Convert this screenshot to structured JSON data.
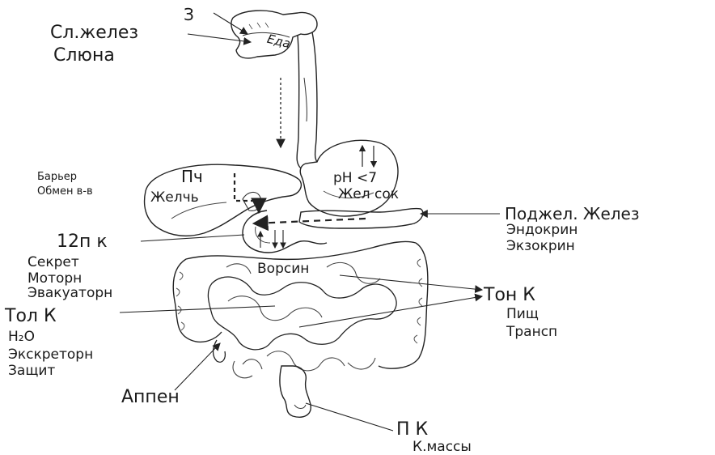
{
  "labels": {
    "teeth": "З",
    "salivary_glands": "Сл.желез",
    "saliva": "Слюна",
    "food": "Еда",
    "barrier": "Барьер",
    "metabolism": "Обмен в-в",
    "liver": "Пч",
    "bile": "Желчь",
    "ph": "pH <7",
    "gastric_juice": "Жел сок",
    "pancreas": "Поджел. Желез",
    "endocrine": "Эндокрин",
    "exocrine": "Экзокрин",
    "duodenum": "12п к",
    "secretory": "Секрет",
    "motor": "Моторн",
    "evacuatory": "Эвакуаторн",
    "villi": "Ворсин",
    "small_intestine": "Тон К",
    "digestive": "Пищ",
    "transport": "Трансп",
    "large_intestine": "Тол К",
    "water": "H₂O",
    "excretory": "Экскреторн",
    "protective": "Защит",
    "appendix": "Аппен",
    "rectum": "П К",
    "masses": "К.массы"
  }
}
